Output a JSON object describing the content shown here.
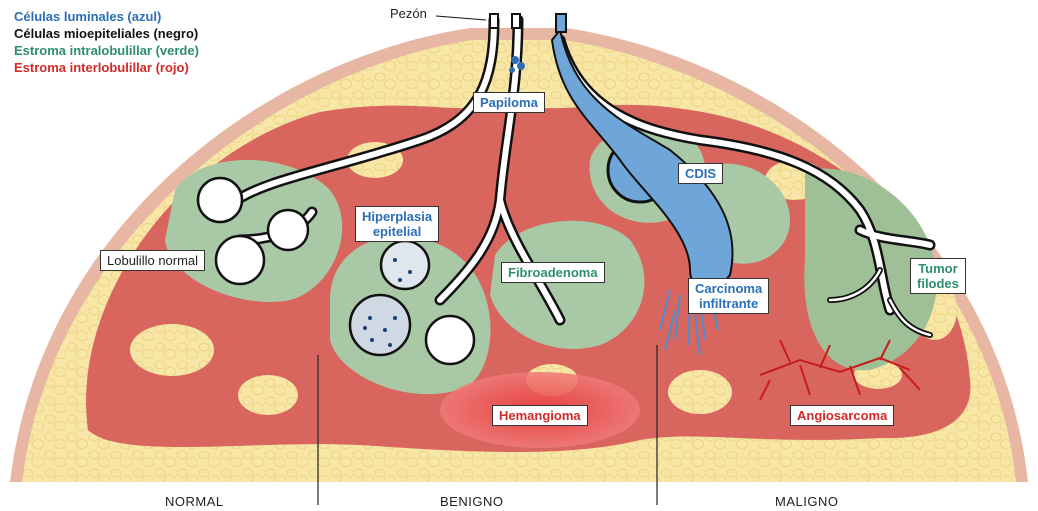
{
  "legend": {
    "luminal": "Células luminales (azul)",
    "myoepithelial": "Células mioepiteliales (negro)",
    "intralobular": "Estroma intralobulillar (verde)",
    "interlobular": "Estroma interlobulillar (rojo)"
  },
  "nipple_label": "Pezón",
  "labels": {
    "normal_lobule": "Lobulillo normal",
    "papilloma": "Papiloma",
    "hyperplasia_line1": "Hiperplasia",
    "hyperplasia_line2": "epitelial",
    "fibroadenoma": "Fibroadenoma",
    "cdis": "CDIS",
    "carcinoma_line1": "Carcinoma",
    "carcinoma_line2": "infiltrante",
    "phyllodes_line1": "Tumor",
    "phyllodes_line2": "filodes",
    "hemangioma": "Hemangioma",
    "angiosarcoma": "Angiosarcoma"
  },
  "sections": {
    "normal": "NORMAL",
    "benign": "BENIGNO",
    "malignant": "MALIGNO"
  },
  "colors": {
    "luminal": "#2a6fb5",
    "myoepithelial": "#111111",
    "intralobular": "#2f8f6a",
    "interlobular": "#d22a2a",
    "stroma_red": "#d9534f",
    "stroma_green": "#a9c9a6",
    "fat": "#f7e6a6",
    "skin": "#e7b7a4"
  }
}
